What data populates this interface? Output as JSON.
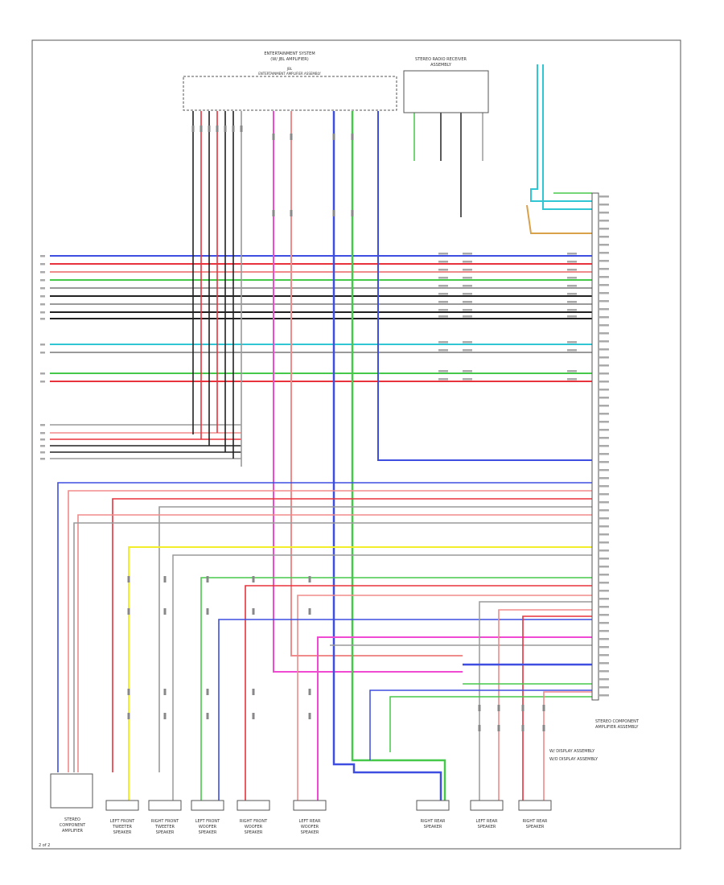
{
  "top_module": {
    "title_line1": "ENTERTAINMENT SYSTEM",
    "title_line2": "(W/ JBL AMPLIFIER)",
    "sub_label": "JBL",
    "sub_line": "ENTERTAINMENT AMPLIFIER ASSEMBLY"
  },
  "right_top_module": {
    "title": "STEREO RADIO RECEIVER",
    "sub": "ASSEMBLY"
  },
  "speaker_labels": [
    {
      "line1": "LEFT FRONT",
      "line2": "TWEETER",
      "line3": "SPEAKER"
    },
    {
      "line1": "RIGHT FRONT",
      "line2": "TWEETER",
      "line3": "SPEAKER"
    },
    {
      "line1": "LEFT FRONT",
      "line2": "WOOFER",
      "line3": "SPEAKER"
    },
    {
      "line1": "RIGHT FRONT",
      "line2": "WOOFER",
      "line3": "SPEAKER"
    },
    {
      "line1": "LEFT REAR",
      "line2": "WOOFER",
      "line3": "SPEAKER"
    },
    {
      "line1": "RIGHT REAR",
      "line2": "SPEAKER",
      "line3": ""
    },
    {
      "line1": "LEFT REAR",
      "line2": "SPEAKER",
      "line3": ""
    },
    {
      "line1": "RIGHT REAR",
      "line2": "SPEAKER",
      "line3": ""
    }
  ],
  "left_bottom_label": {
    "line1": "STEREO",
    "line2": "COMPONENT",
    "line3": "AMPLIFIER"
  },
  "right_side_label": {
    "line1": "STEREO COMPONENT",
    "line2": "AMPLIFIER ASSEMBLY"
  },
  "legend": {
    "line1": "W/ DISPLAY ASSEMBLY",
    "line2": "W/O DISPLAY ASSEMBLY"
  },
  "page_tag": "2 of 2",
  "colors": {
    "blue": "#3d4ee0",
    "red": "#e8323c",
    "green": "#46c94a",
    "black": "#222222",
    "gray": "#9a9a9a",
    "cyan": "#31c6d4",
    "yellow": "#f2ee2a",
    "pink": "#f04ad2",
    "orange": "#d9a14a",
    "salmon": "#f08b8b"
  }
}
